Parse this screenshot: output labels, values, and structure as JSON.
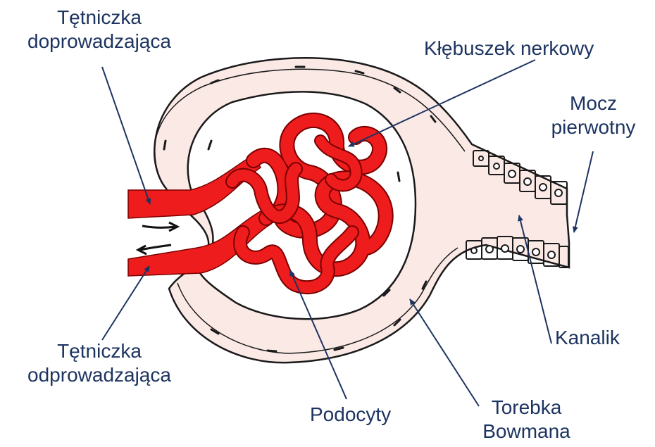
{
  "colors": {
    "text": "#1d3461",
    "leader": "#1d3461",
    "capsule_fill": "#fbe9e6",
    "capsule_stroke": "#1a1a1a",
    "vessel": "#ee1c1c",
    "vessel_outline": "#7a0000",
    "flow_arrow": "#111111"
  },
  "labels": {
    "afferent": {
      "line1": "Tętniczka",
      "line2": "doprowadzająca"
    },
    "glomerulus": {
      "text": "Kłębuszek nerkowy"
    },
    "primary_urine": {
      "line1": "Mocz",
      "line2": "pierwotny"
    },
    "efferent": {
      "line1": "Tętniczka",
      "line2": "odprowadzająca"
    },
    "tubule": {
      "text": "Kanalik"
    },
    "podocytes": {
      "text": "Podocyty"
    },
    "bowman": {
      "line1": "Torebka",
      "line2": "Bowmana"
    }
  },
  "icons": {
    "inflow_arrow": "arrow-right-icon",
    "outflow_arrow": "arrow-left-icon"
  }
}
